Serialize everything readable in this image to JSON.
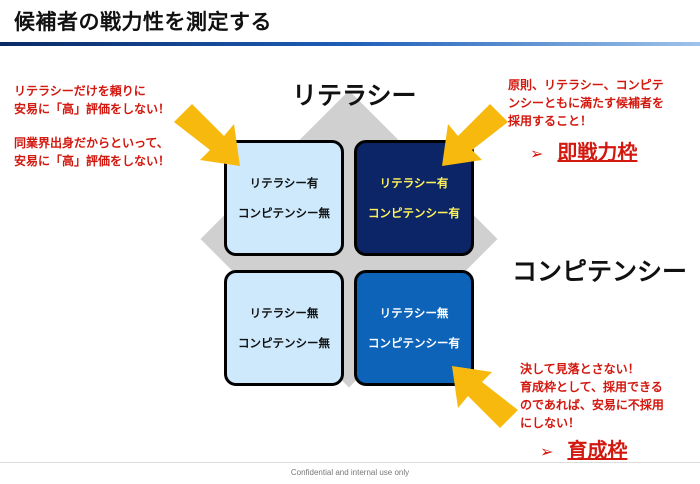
{
  "title": "候補者の戦力性を測定する",
  "axes": {
    "literacy": "リテラシー",
    "competency": "コンピテンシー"
  },
  "quadrants": {
    "top_left": {
      "line1": "リテラシー有",
      "line2": "コンピテンシー無"
    },
    "top_right": {
      "line1": "リテラシー有",
      "line2": "コンピテンシー有"
    },
    "bottom_left": {
      "line1": "リテラシー無",
      "line2": "コンピテンシー無"
    },
    "bottom_right": {
      "line1": "リテラシー無",
      "line2": "コンピテンシー有"
    }
  },
  "notes": {
    "top_left_1a": "リテラシーだけを頼りに",
    "top_left_1b": "安易に「高」評価をしない！",
    "top_left_2a": "同業界出身だからといって、",
    "top_left_2b": "安易に「高」評価をしない！",
    "top_right_a": "原則、リテラシー、コンピテ",
    "top_right_b": "ンシーともに満たす候補者を",
    "top_right_c": "採用すること！",
    "bottom_right_a": "決して見落とさない！",
    "bottom_right_b": "育成枠として、採用できる",
    "bottom_right_c": "のであれば、安易に不採用",
    "bottom_right_d": "にしない！"
  },
  "tags": {
    "marker": "➢",
    "immediate": "即戦力枠",
    "training": "育成枠"
  },
  "footer": "Confidential and internal use only",
  "colors": {
    "arrow": "#f7b90e",
    "note_red": "#d2180f",
    "dark_box": "#0b2566",
    "mid_box": "#0c63b8",
    "light_box": "#cde9fb"
  }
}
